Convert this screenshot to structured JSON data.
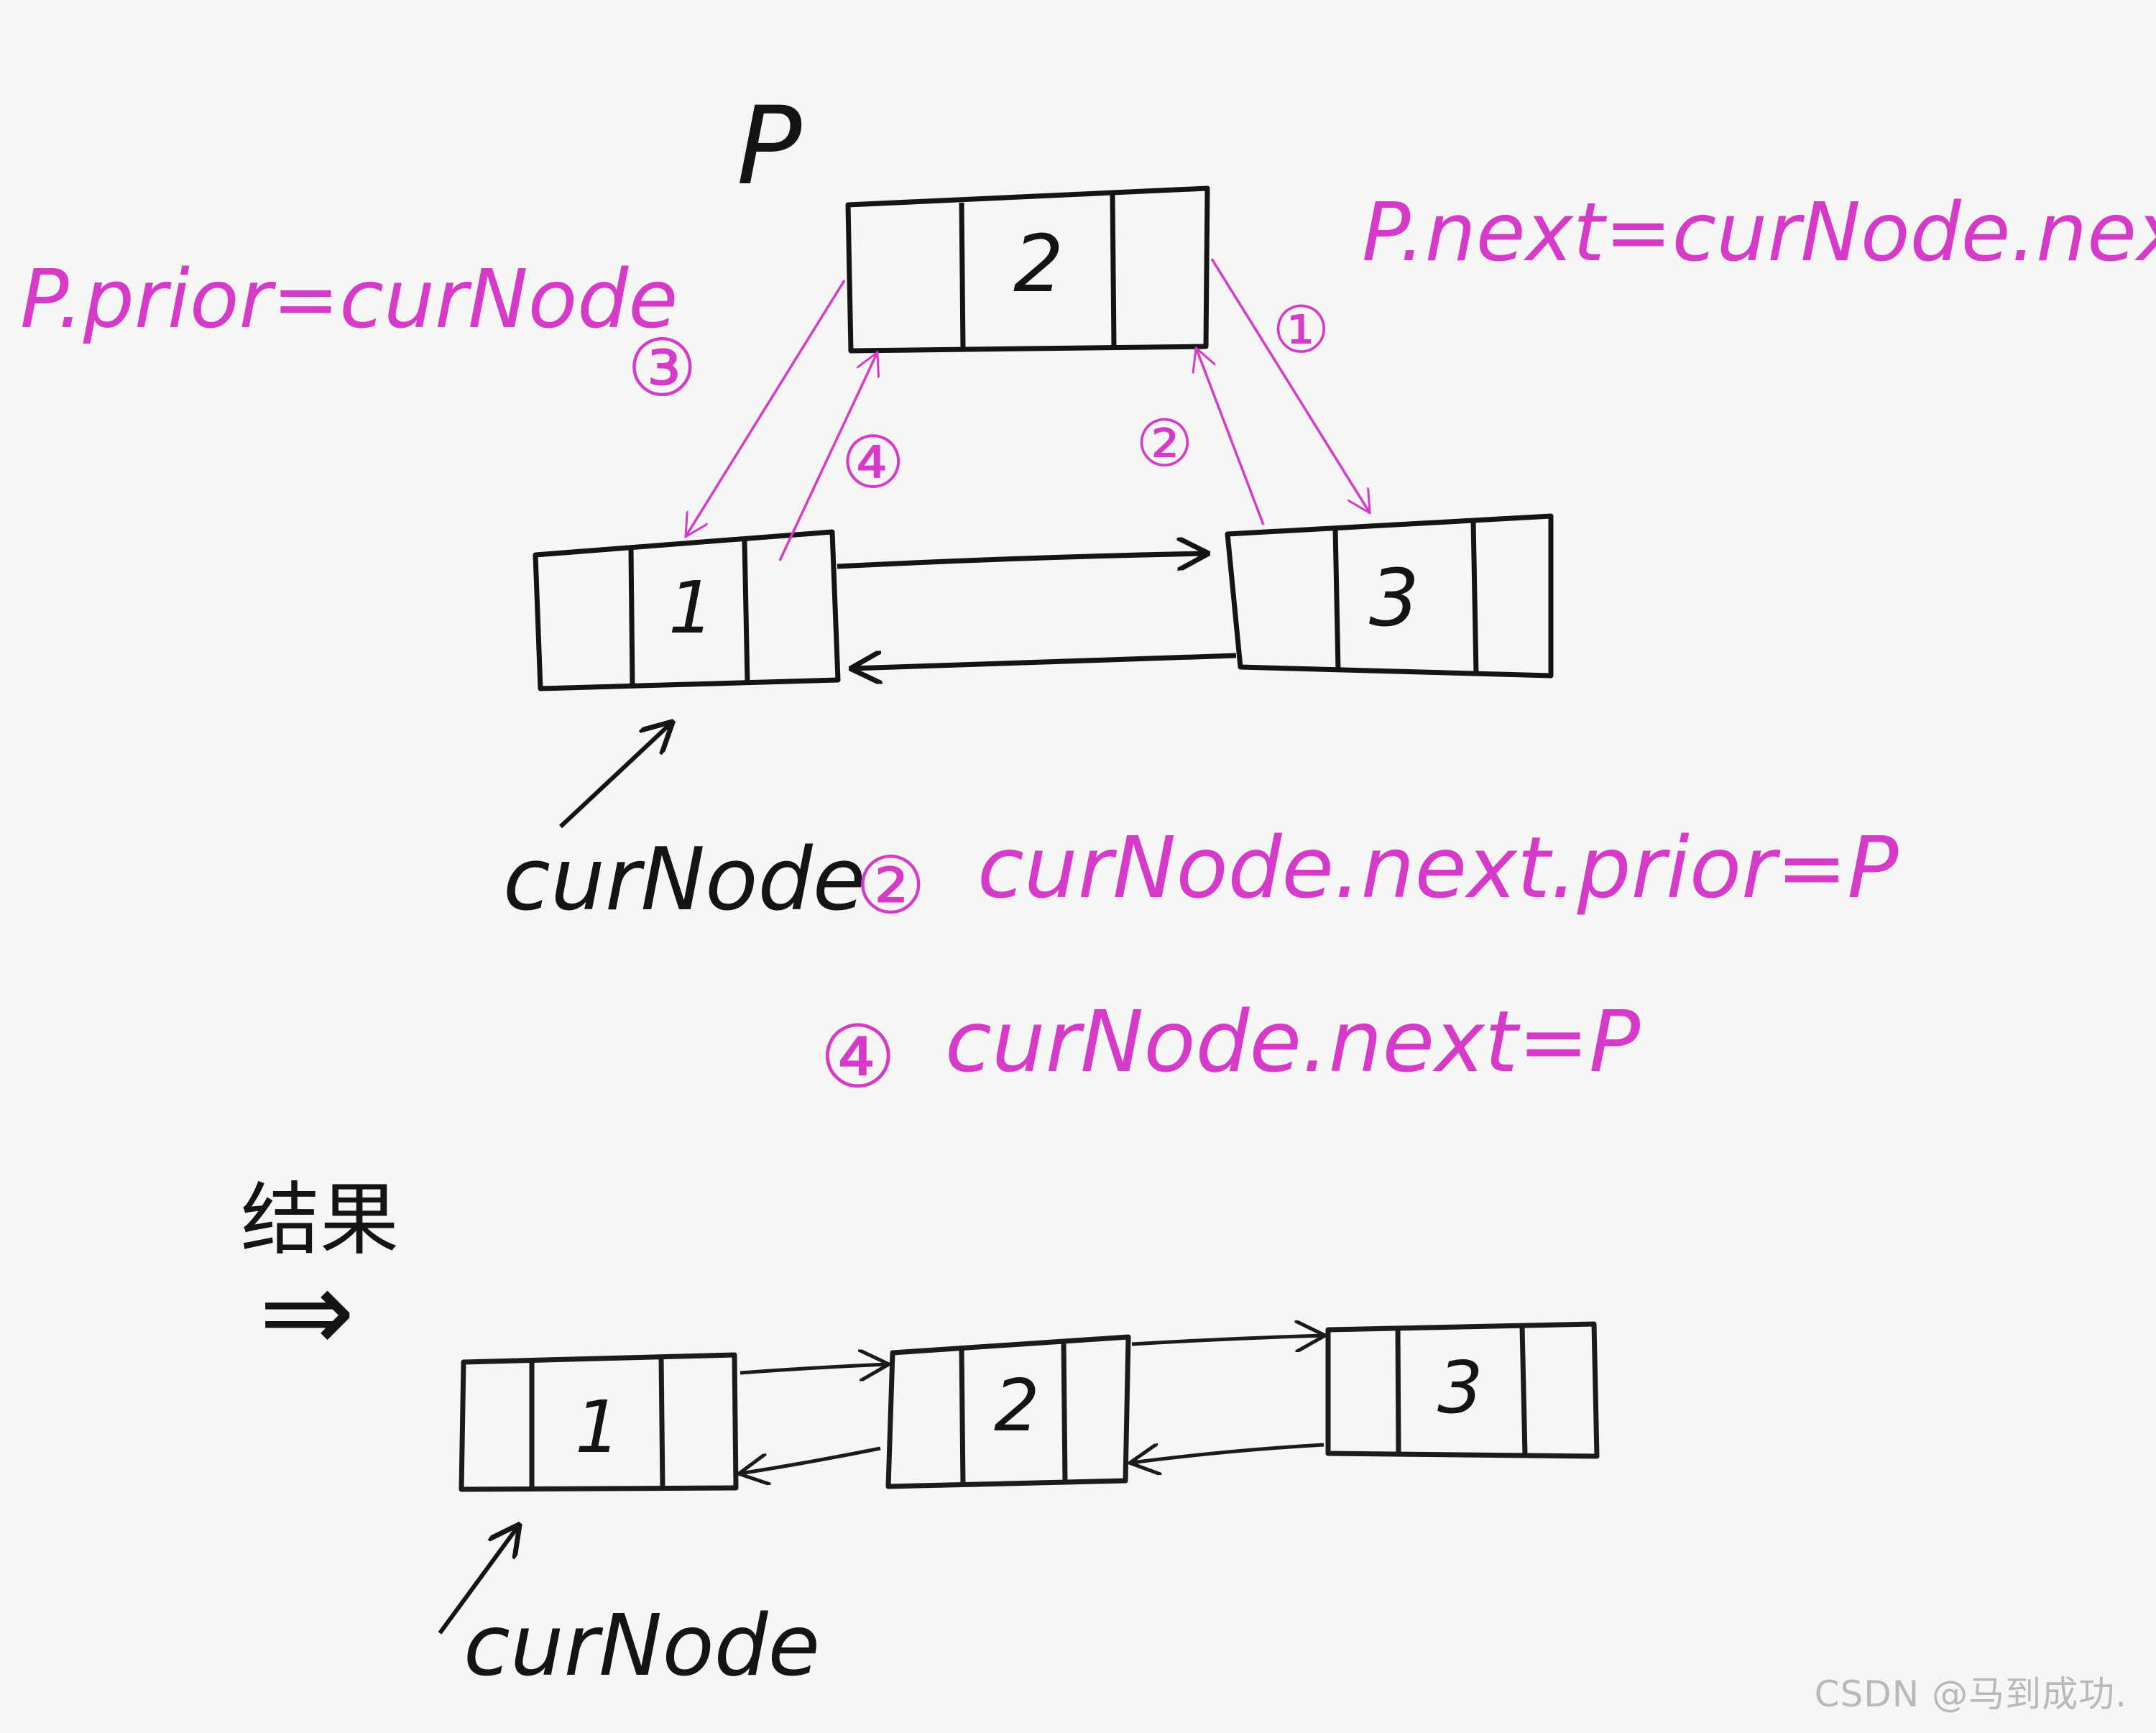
{
  "colors": {
    "ink": "#141414",
    "annotation": "#d63ac9",
    "paper": "#f6f6f4",
    "watermark": "#b9b9b9"
  },
  "diagram": {
    "pointer_label": "P",
    "nodes": {
      "node1": "1",
      "node2": "2",
      "node3": "3"
    },
    "cur_node_label": "curNode",
    "steps": {
      "s1_label": "①",
      "s1_text": "P.next=curNode.next",
      "s2_label": "②",
      "s2_text": "curNode.next.prior=P",
      "s3_label": "③",
      "s3_text": "P.prior=curNode",
      "s4_label": "④",
      "s4_text": "curNode.next=P"
    }
  },
  "result": {
    "title": "结果",
    "arrow_glyph": "⇒",
    "nodes": {
      "node1": "1",
      "node2": "2",
      "node3": "3"
    },
    "cur_node_label": "curNode"
  },
  "watermark": "CSDN @马到成功."
}
